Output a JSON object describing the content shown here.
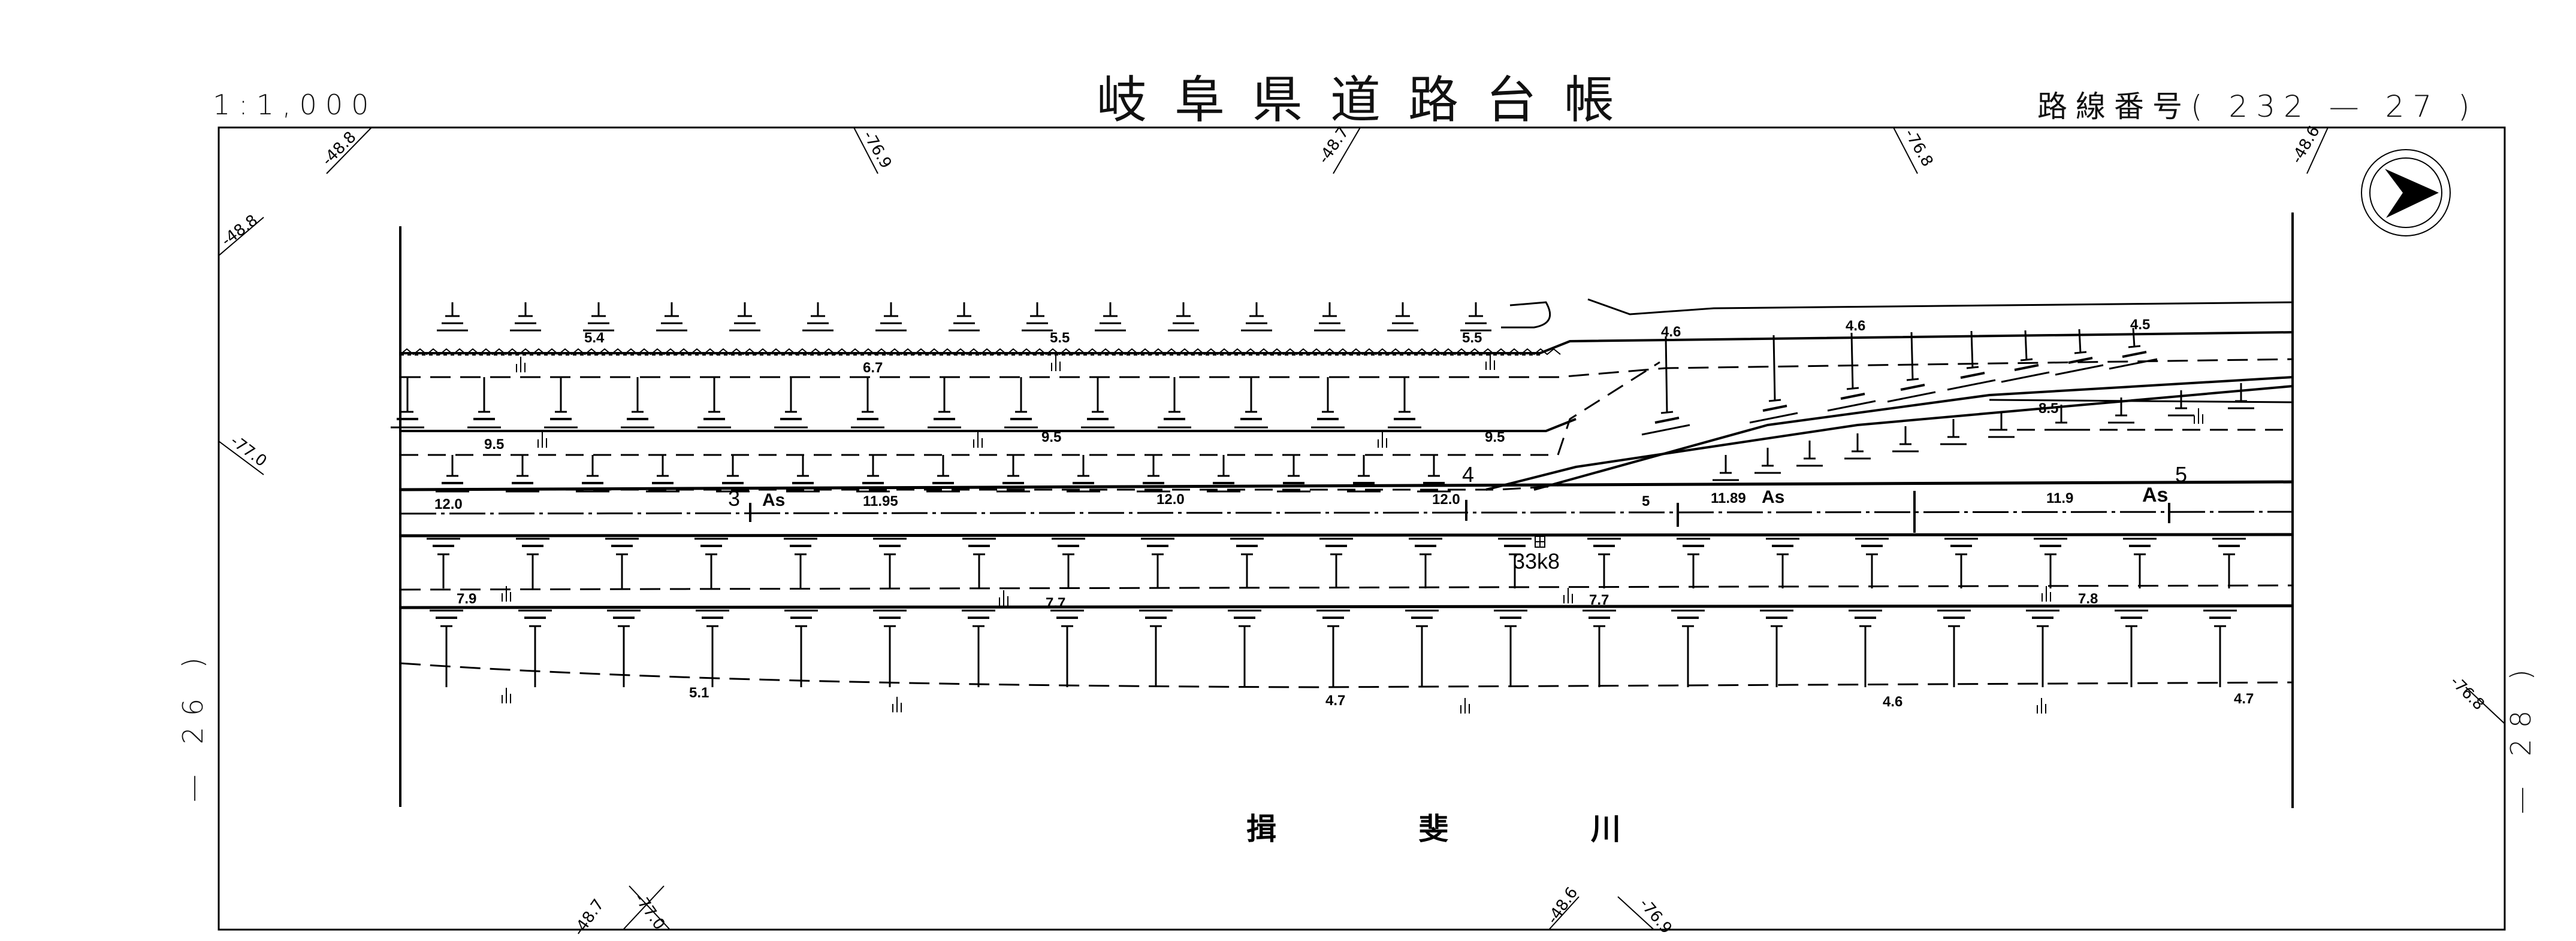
{
  "header": {
    "scale": "1:1,000",
    "title": "岐阜県道路台帳",
    "route_number_label": "路線番号",
    "route_number": "( 232 — 27 )"
  },
  "sheet_refs": {
    "left": "— 26 )",
    "right": "— 28 )"
  },
  "river_name": "揖 斐 川",
  "north_arrow": {
    "icon": "north-arrow-icon",
    "direction": "east"
  },
  "coordinate_ticks": {
    "top": [
      "-48.8",
      "-76.9",
      "-48.7",
      "-76.8",
      "-48.6"
    ],
    "left": [
      "-48.8",
      "-77.0"
    ],
    "right": [
      "-76.8"
    ],
    "bottom": [
      "-48.7",
      "-77.0",
      "-48.6",
      "-76.9"
    ]
  },
  "elevations": {
    "upper_embankment": [
      "5.4",
      "5.5",
      "5.5",
      "4.6",
      "4.6",
      "4.5"
    ],
    "slope_band_1": [
      "6.7"
    ],
    "slope_band_2": [
      "9.5",
      "9.5",
      "9.5",
      "8.5"
    ],
    "road_centerline": [
      "12.0",
      "11.95",
      "12.0",
      "12.0",
      "11.89",
      "11.9"
    ],
    "lower_band_1": [
      "7.9",
      "7.7",
      "7.7",
      "7.8"
    ],
    "river_bank": [
      "5.1",
      "4.7",
      "4.6",
      "4.7"
    ]
  },
  "road_labels": {
    "pavement_1": "As",
    "pavement_2": "As",
    "pavement_3": "As",
    "section_3": "3",
    "section_4": "4",
    "section_5": "5",
    "km_post": "33k8",
    "km_post_icon": "field-symbol-icon",
    "marker_5": "5"
  },
  "vegetation_icon": "grass-symbol-icon",
  "slope_icon": "slope-hatch-icon"
}
